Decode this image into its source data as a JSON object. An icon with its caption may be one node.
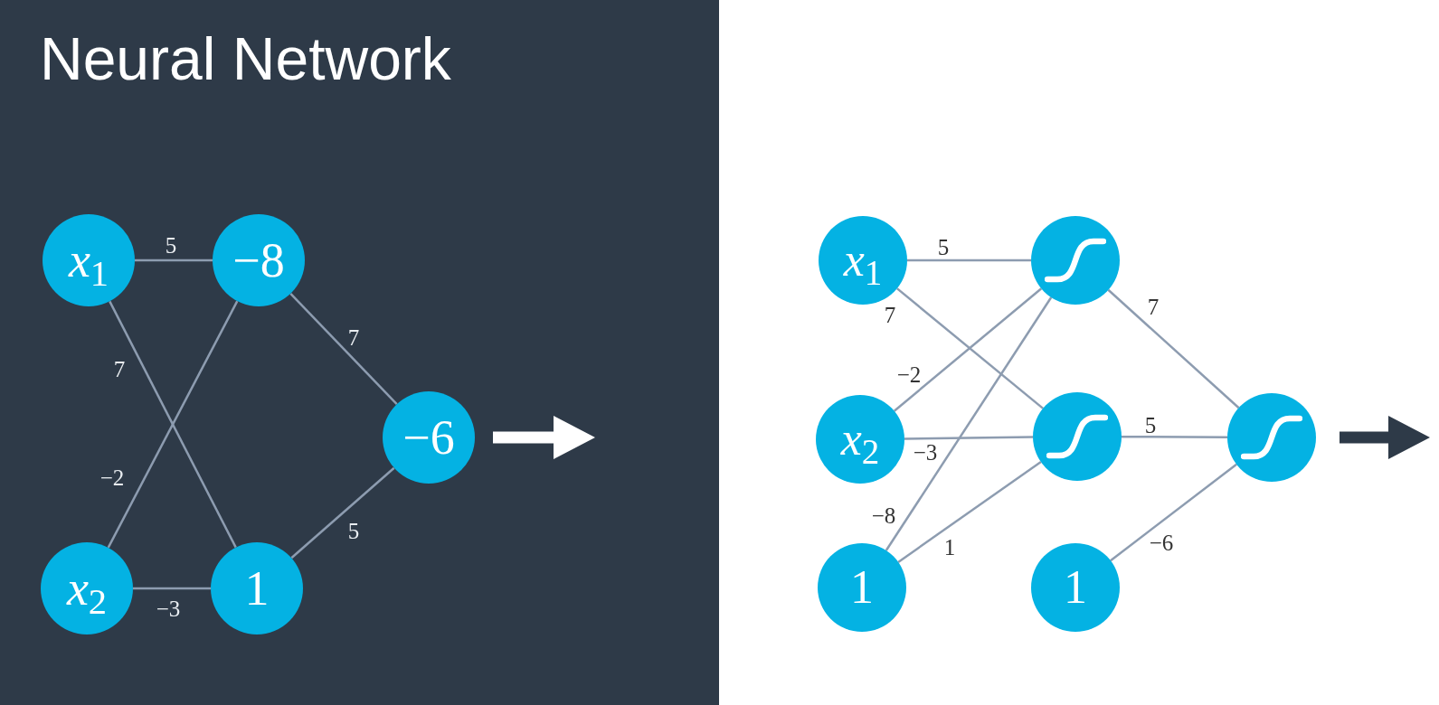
{
  "diagram": {
    "title": "Neural Network",
    "nodes": [
      {
        "text": [
          "*x*$_{1}$"
        ]
      },
      {
        "text": [
          "−8"
        ]
      },
      {
        "text": [
          "−6"
        ]
      },
      {
        "text": [
          "*x*$_{2}$"
        ]
      },
      {
        "text": [
          "1"
        ]
      },
      {
        "text": [
          "*x*$_{1}$"
        ]
      },
      {
        "text": [],
        "shape": "circle"
      },
      {
        "text": [
          "*x*$_{2}$"
        ]
      },
      {
        "text": [],
        "shape": "circle"
      },
      {
        "text": [],
        "shape": "circle"
      },
      {
        "text": [
          "1"
        ]
      },
      {
        "text": [
          "1"
        ]
      }
    ],
    "edges": [
      {
        "from": 0,
        "to": 1,
        "arrow": "none",
        "label": "5"
      },
      {
        "from": 0,
        "to": 4,
        "arrow": "none",
        "label": "7"
      },
      {
        "from": 3,
        "to": 1,
        "arrow": "none",
        "label": "−2"
      },
      {
        "from": 3,
        "to": 4,
        "arrow": "none",
        "label": "−3"
      },
      {
        "from": 1,
        "to": 2,
        "arrow": "none",
        "label": "7"
      },
      {
        "from": 4,
        "to": 2,
        "arrow": "none",
        "label": "5"
      },
      {
        "from": 2,
        "to": null,
        "arrow": "to",
        "style": "thick",
        "color": "#ffffff"
      },
      {
        "from": 5,
        "to": 6,
        "arrow": "none",
        "label": "5"
      },
      {
        "from": 5,
        "to": 8,
        "arrow": "none",
        "label": "7"
      },
      {
        "from": 7,
        "to": 6,
        "arrow": "none",
        "label": "−2"
      },
      {
        "from": 7,
        "to": 8,
        "arrow": "none",
        "label": "−3"
      },
      {
        "from": 10,
        "to": 6,
        "arrow": "none",
        "label": "−8"
      },
      {
        "from": 10,
        "to": 8,
        "arrow": "none",
        "label": "1"
      },
      {
        "from": 6,
        "to": 9,
        "arrow": "none",
        "label": "7"
      },
      {
        "from": 8,
        "to": 9,
        "arrow": "none",
        "label": "5"
      },
      {
        "from": 11,
        "to": 9,
        "arrow": "none",
        "label": "−6"
      },
      {
        "from": 9,
        "to": null,
        "arrow": "to",
        "style": "thick",
        "color": "#2e3a48"
      }
    ]
  }
}
